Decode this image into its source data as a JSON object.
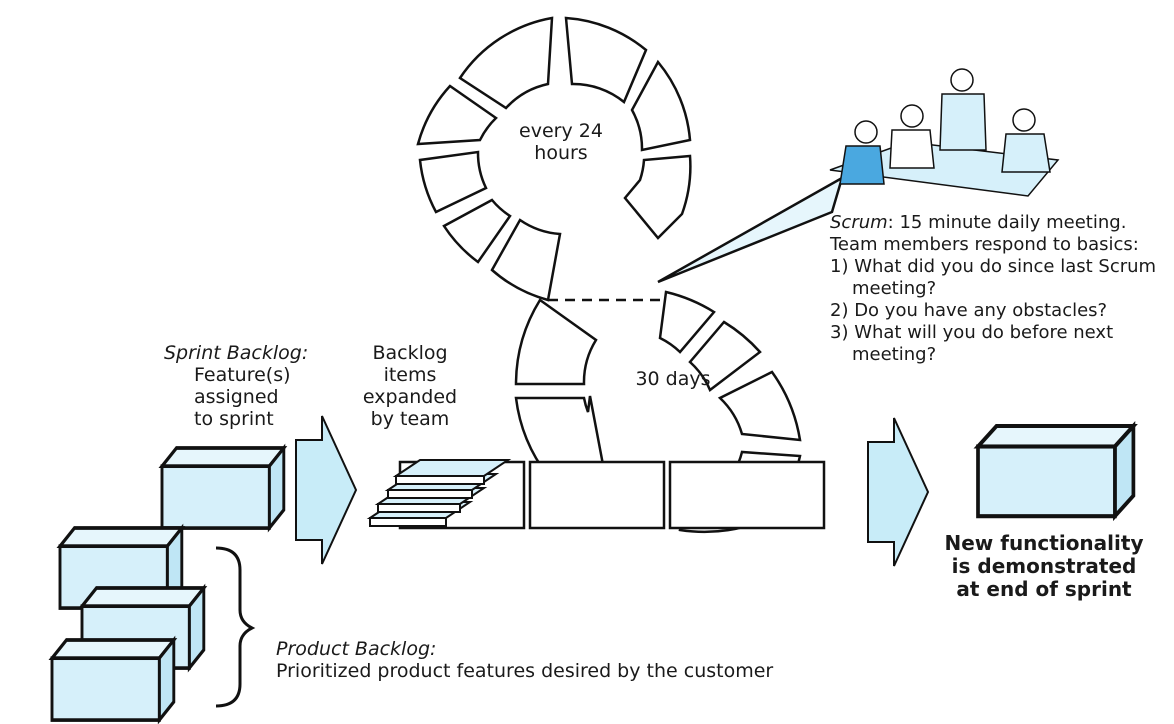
{
  "inner_cycle_label": [
    "every 24",
    "hours"
  ],
  "outer_cycle_label": "30 days",
  "sprint_backlog": {
    "title": "Sprint Backlog:",
    "desc": [
      "Feature(s)",
      "assigned",
      "to sprint"
    ]
  },
  "backlog_items": [
    "Backlog",
    "items",
    "expanded",
    "by team"
  ],
  "scrum_meeting": {
    "title": "Scrum",
    "title_rest": ": 15 minute daily meeting.",
    "lines": [
      "Team members respond to basics:",
      "1) What did you do since last Scrum",
      "meeting?",
      "2) Do you have any obstacles?",
      "3) What will you do before next",
      "meeting?"
    ]
  },
  "product_backlog": {
    "title": "Product Backlog:",
    "desc": "Prioritized product features desired by the customer"
  },
  "result": [
    "New functionality",
    "is demonstrated",
    "at end of sprint"
  ],
  "colors": {
    "box_fill": "#d6f0fa",
    "box_side": "#bfe6f5",
    "arrow_fill": "#c8ecf8",
    "stroke": "#111111",
    "shirt": "#4aa8e0"
  }
}
